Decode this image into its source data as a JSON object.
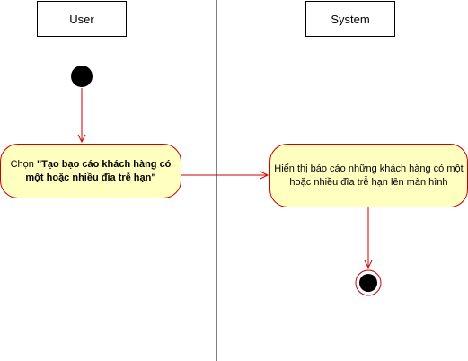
{
  "swimlanes": [
    {
      "label": "User"
    },
    {
      "label": "System"
    }
  ],
  "activities": {
    "user_action": {
      "prefix": "Chọn ",
      "emphasis": "\"Tạo bạo cáo khách hàng có một hoặc nhiều đĩa trễ hạn\""
    },
    "system_action": {
      "text": "Hiển thị báo cáo những khách hàng có một hoặc nhiều đĩa trễ hạn lên màn hình"
    }
  },
  "colors": {
    "node_fill": "#ffffc0",
    "node_border": "#cc0000",
    "flow_line": "#cc0000",
    "initial_node": "#000000"
  }
}
